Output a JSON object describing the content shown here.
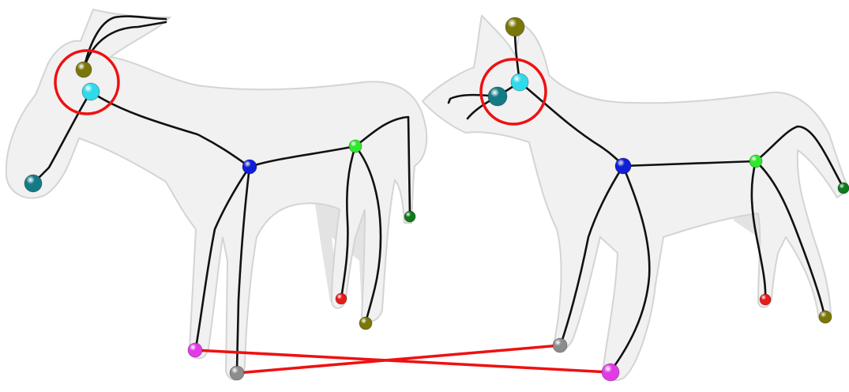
{
  "figure": {
    "background": "#ffffff",
    "models": [
      {
        "name": "donkey-model",
        "mesh_color": "#f1f1f1",
        "skeleton_color": "#111111"
      },
      {
        "name": "wolf-model",
        "mesh_color": "#f1f1f1",
        "skeleton_color": "#111111"
      }
    ],
    "joint_colors": {
      "olive": "#7a7608",
      "cyan": "#2fdaea",
      "teal": "#137a86",
      "blue": "#0f1fd6",
      "green": "#2ee82a",
      "dark-green": "#0f7a1a",
      "red": "#e81a1a",
      "magenta": "#e33ae8",
      "gray": "#8c8c8c"
    },
    "highlight_color": "#ee1111",
    "correspondence_color": "#ee1111",
    "correspondences": 2,
    "highlighted_regions": 2
  }
}
